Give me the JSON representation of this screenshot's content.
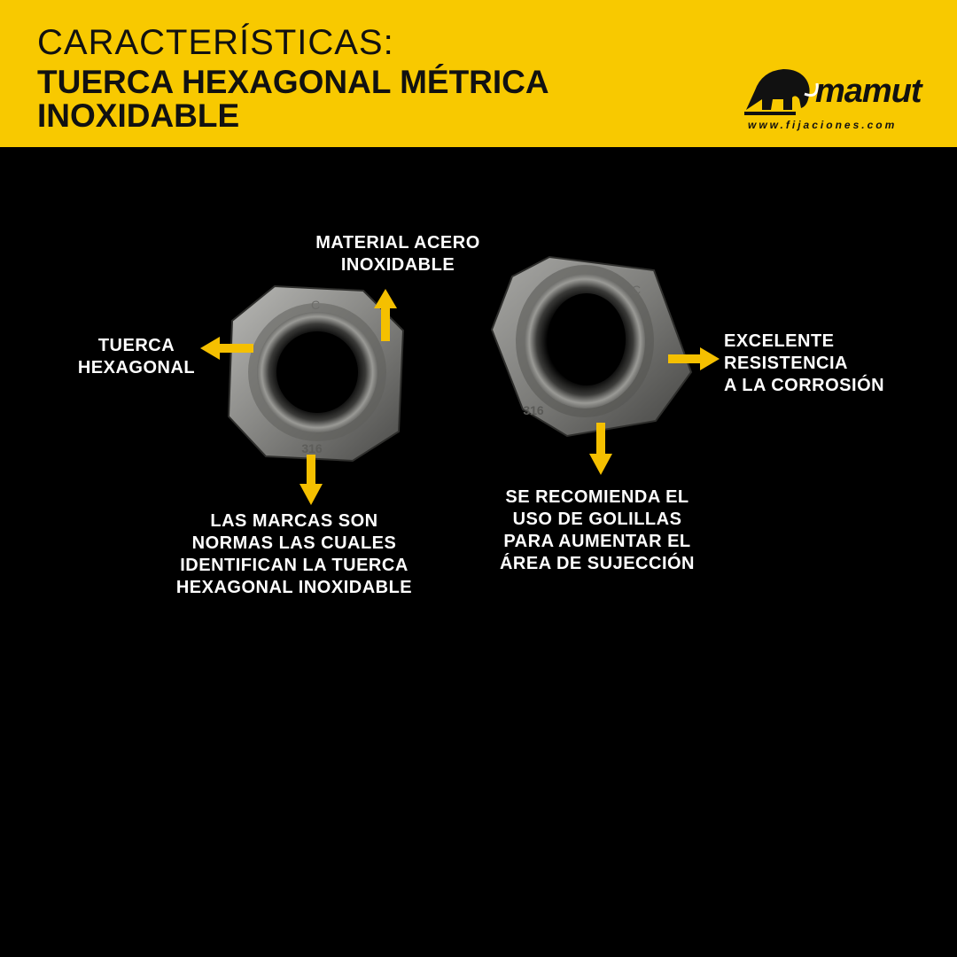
{
  "header": {
    "kicker": "CARACTERÍSTICAS:",
    "title_line1": "TUERCA HEXAGONAL MÉTRICA",
    "title_line2": "INOXIDABLE",
    "brand": "mamut",
    "url": "www.fijaciones.com"
  },
  "nut_markings": {
    "left_top": "C",
    "left_bottom": "316",
    "right_top": "C",
    "right_bottom": "316"
  },
  "labels": {
    "material": "MATERIAL ACERO\nINOXIDABLE",
    "hexagonal": "TUERCA\nHEXAGONAL",
    "marcas": "LAS MARCAS SON\nNORMAS LAS CUALES\nIDENTIFICAN LA TUERCA\nHEXAGONAL  INOXIDABLE",
    "resistencia": "EXCELENTE\nRESISTENCIA\nA LA CORROSIÓN",
    "golillas": "SE RECOMIENDA EL\nUSO DE GOLILLAS\nPARA AUMENTAR EL\nÁREA DE SUJECCIÓN"
  },
  "colors": {
    "header_bg": "#f8c900",
    "arrow": "#f5c000",
    "background": "#000000"
  }
}
